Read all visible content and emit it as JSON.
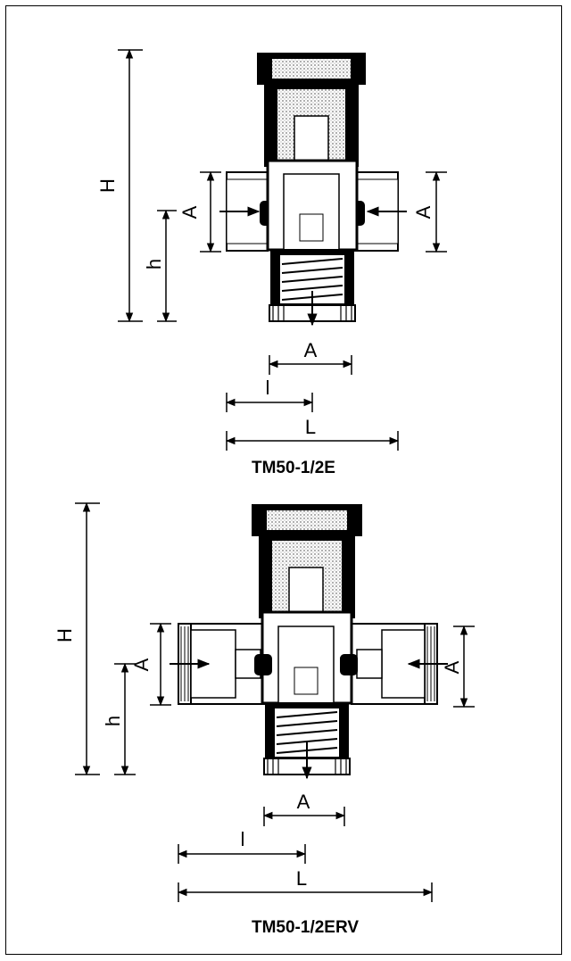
{
  "diagrams": [
    {
      "caption": "TM50-1/2E",
      "labels": {
        "H": "H",
        "h": "h",
        "A_left": "A",
        "A_right": "A",
        "A_bottom": "A",
        "l": "l",
        "L": "L"
      }
    },
    {
      "caption": "TM50-1/2ERV",
      "labels": {
        "H": "H",
        "h": "h",
        "A_left": "A",
        "A_right": "A",
        "A_bottom": "A",
        "l": "l",
        "L": "L"
      }
    }
  ],
  "colors": {
    "ink": "#000000",
    "hatch": "#9a9a9a",
    "paper": "#ffffff"
  }
}
